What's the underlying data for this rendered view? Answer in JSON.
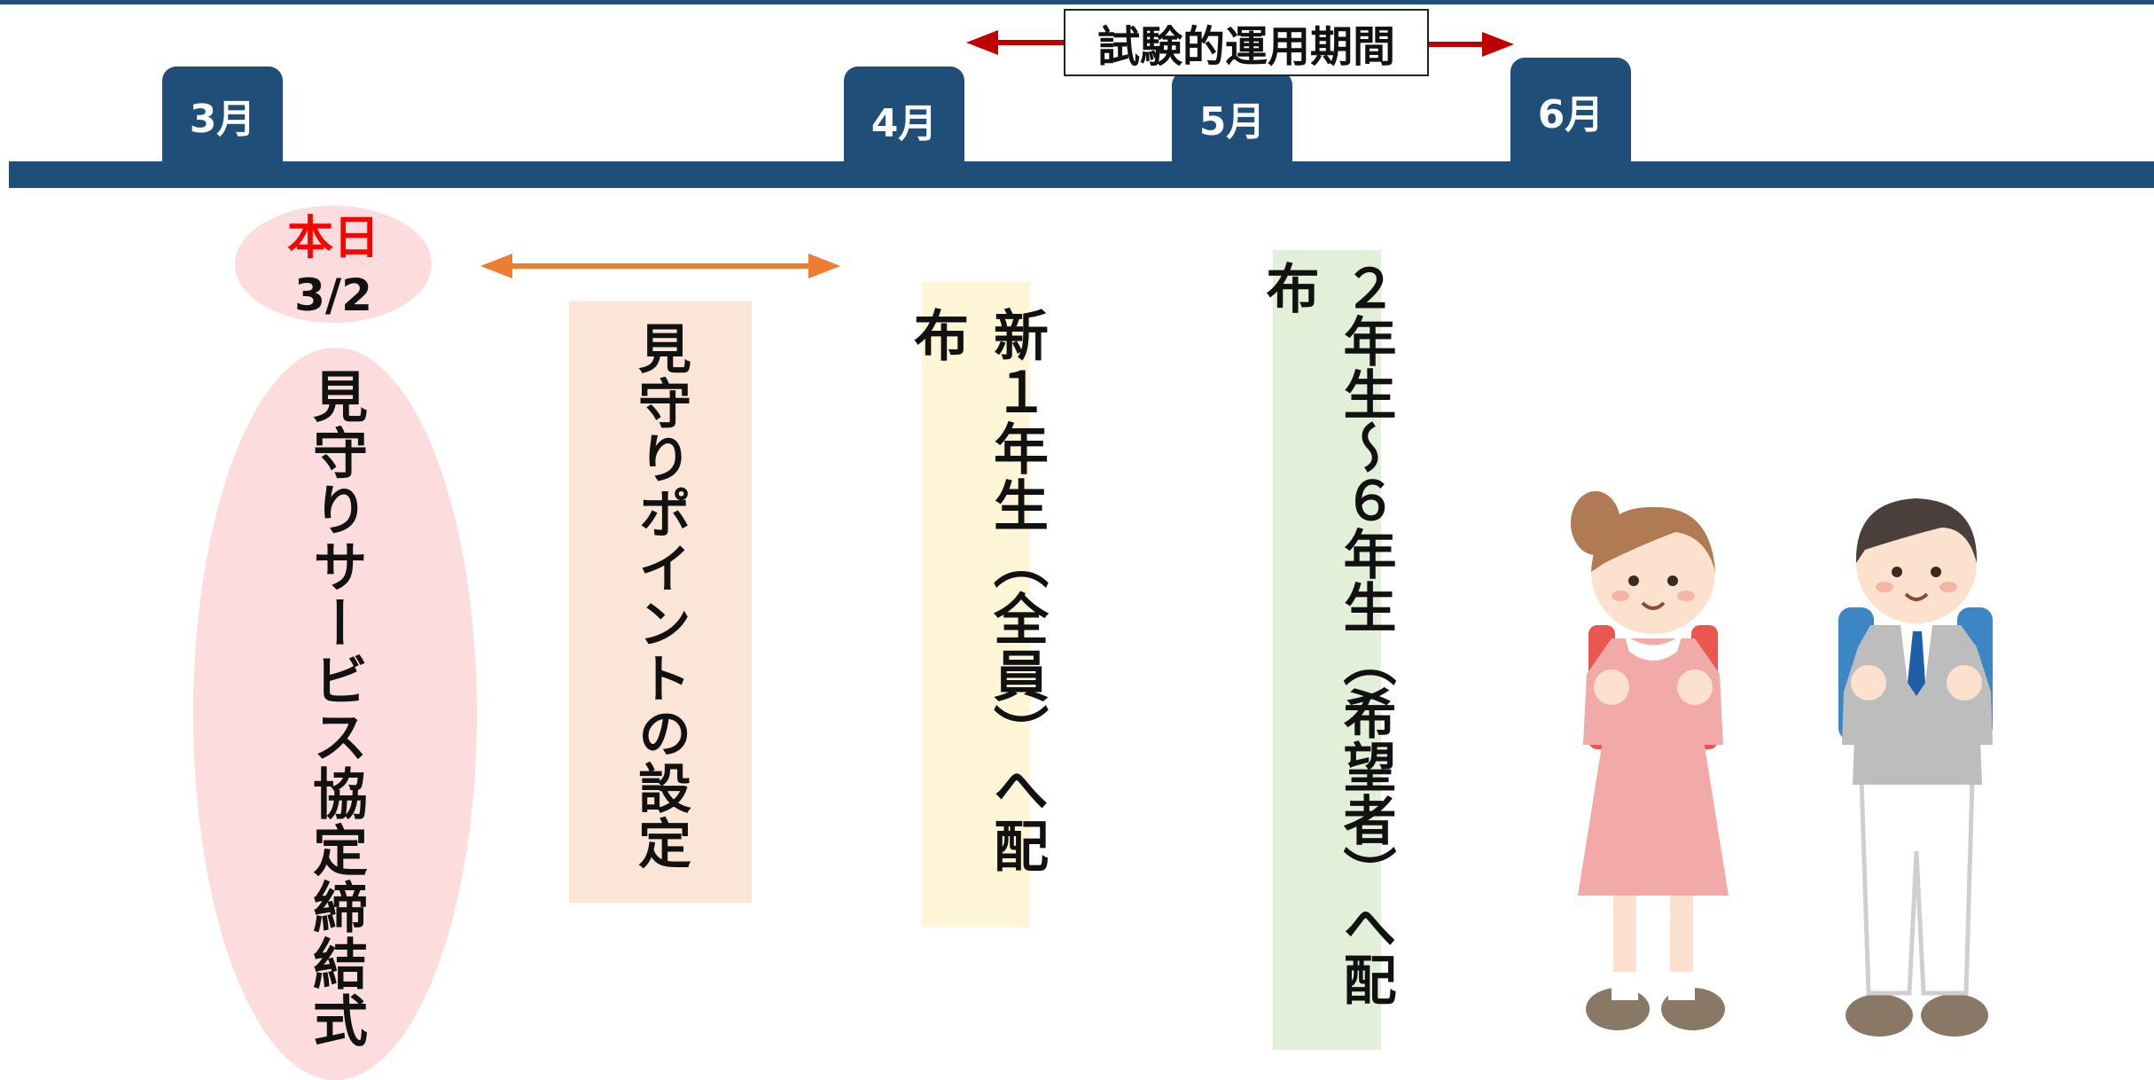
{
  "timeline": {
    "months": [
      "3月",
      "4月",
      "5月",
      "6月"
    ],
    "period_label": "試験的運用期間",
    "colors": {
      "bar": "#1f4e79",
      "period_arrow": "#c00000",
      "setup_arrow": "#ed7d31"
    }
  },
  "today": {
    "label": "本日",
    "date": "3/2",
    "label_color": "#ff0000",
    "bubble_color": "#fcdcdc"
  },
  "events": [
    {
      "text": "見守りサービス協定締結式",
      "bg": "#fcdcdc"
    },
    {
      "text": "見守りポイントの設定",
      "bg": "#fbe5d6"
    },
    {
      "text": "新１年生（全員）へ配布",
      "bg": "#fff5d7"
    },
    {
      "text": "２年生～６年生（希望者）へ配布",
      "bg": "#e2efd9"
    }
  ],
  "illustration": [
    "girl-student-icon",
    "boy-student-icon"
  ]
}
